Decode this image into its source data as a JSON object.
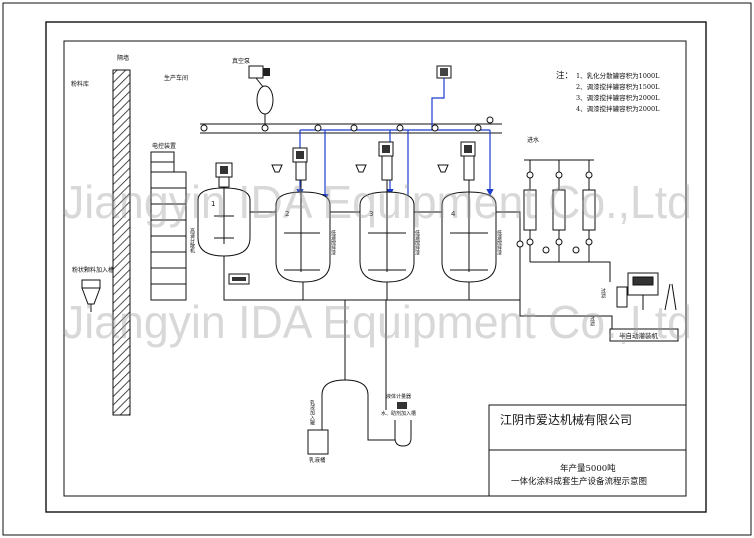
{
  "diagram": {
    "labels": {
      "storage_room": "粉料库",
      "wall": "隔墙",
      "workshop": "生产车间",
      "vacuum_pump": "真空泵",
      "control_cabinet": "电控装置",
      "powder_feed": "粉状颗料加入槽",
      "high_speed_disperser": "高速分散机",
      "low_speed_mixer": "低速搅拌漆",
      "water_supply": "进水",
      "filling_machine": "半自动灌装机",
      "filter": "过滤",
      "filter2": "过滤",
      "emulsion_feed": "乳液加入罐",
      "emulsion_tank": "乳液桶",
      "liquid_meter": "液体计量器",
      "water_feed": "水、助剂加入槽",
      "control_box": "成品"
    },
    "tank_numbers": [
      "1",
      "2",
      "3",
      "4"
    ],
    "notes": {
      "title": "注：",
      "lines": [
        "1、乳化分散罐容积为1000L",
        "2、调漆搅拌罐容积为1500L",
        "3、调漆搅拌罐容积为2000L",
        "4、调漆搅拌罐容积为2000L"
      ]
    },
    "watermark": "Jiangyin IDA Equipment Co.,Ltd",
    "title_block": {
      "company": "江阴市爱达机械有限公司",
      "line1": "年产量5000吨",
      "line2": "一体化涂料成套生产设备流程示意图"
    },
    "colors": {
      "pipe": "#111111",
      "vacuum_line": "#1a3ccf",
      "frame": "#111111"
    }
  }
}
